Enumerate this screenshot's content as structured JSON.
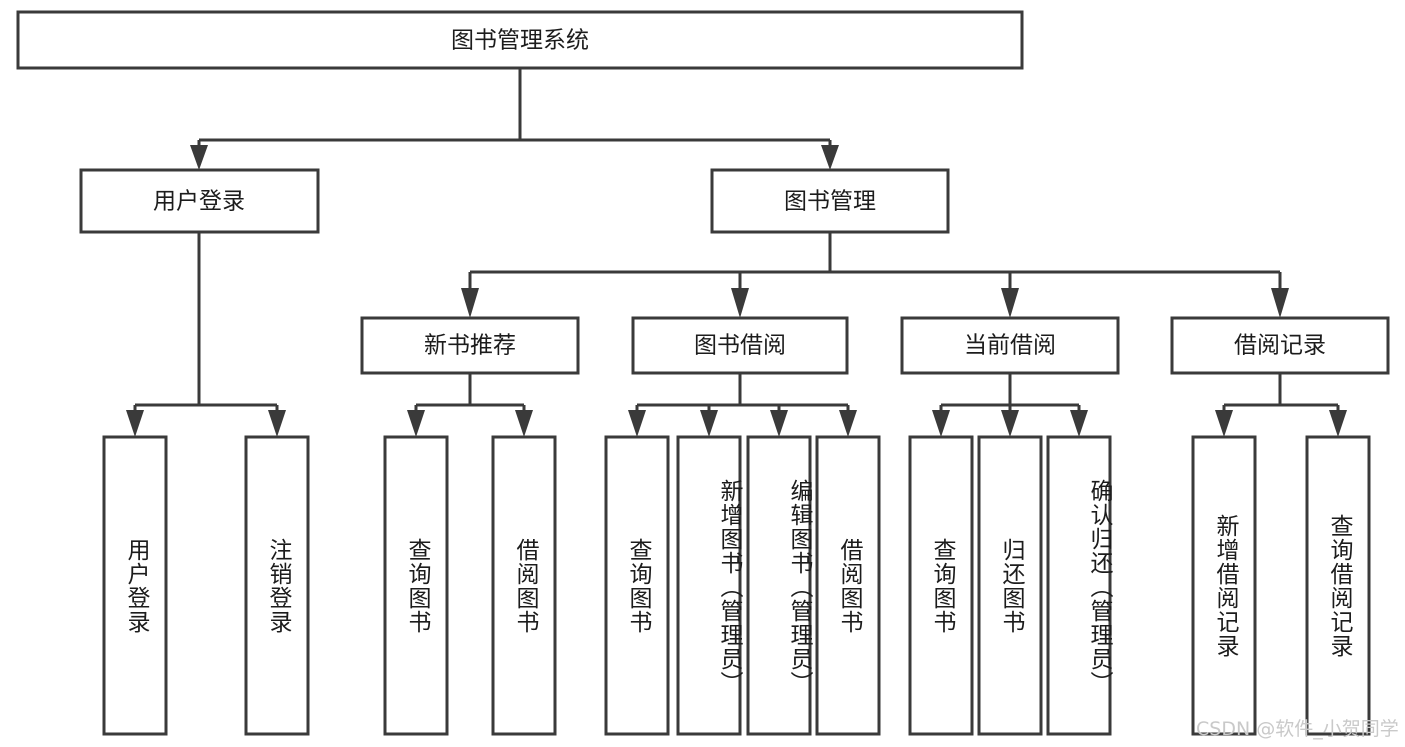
{
  "diagram": {
    "type": "tree-hierarchy",
    "title": "图书管理系统",
    "levels": [
      {
        "level": 1,
        "nodes": [
          {
            "id": "root",
            "label": "图书管理系统",
            "orientation": "horizontal"
          }
        ]
      },
      {
        "level": 2,
        "nodes": [
          {
            "id": "user-login",
            "label": "用户登录",
            "orientation": "horizontal",
            "parent": "root"
          },
          {
            "id": "book-manage",
            "label": "图书管理",
            "orientation": "horizontal",
            "parent": "root"
          }
        ]
      },
      {
        "level": 3,
        "nodes": [
          {
            "id": "new-book-rec",
            "label": "新书推荐",
            "orientation": "horizontal",
            "parent": "book-manage"
          },
          {
            "id": "book-borrow",
            "label": "图书借阅",
            "orientation": "horizontal",
            "parent": "book-manage"
          },
          {
            "id": "current-borrow",
            "label": "当前借阅",
            "orientation": "horizontal",
            "parent": "book-manage"
          },
          {
            "id": "borrow-record",
            "label": "借阅记录",
            "orientation": "horizontal",
            "parent": "book-manage"
          }
        ]
      },
      {
        "level": 4,
        "nodes": [
          {
            "id": "leaf-user-login",
            "label": "用户登录",
            "orientation": "vertical",
            "parent": "user-login"
          },
          {
            "id": "leaf-user-logout",
            "label": "注销登录",
            "orientation": "vertical",
            "parent": "user-login"
          },
          {
            "id": "leaf-query-book-1",
            "label": "查询图书",
            "orientation": "vertical",
            "parent": "new-book-rec"
          },
          {
            "id": "leaf-borrow-book-1",
            "label": "借阅图书",
            "orientation": "vertical",
            "parent": "new-book-rec"
          },
          {
            "id": "leaf-query-book-2",
            "label": "查询图书",
            "orientation": "vertical",
            "parent": "book-borrow"
          },
          {
            "id": "leaf-add-book",
            "label": "新增图书（管理员）",
            "orientation": "vertical",
            "parent": "book-borrow"
          },
          {
            "id": "leaf-edit-book",
            "label": "编辑图书（管理员）",
            "orientation": "vertical",
            "parent": "book-borrow"
          },
          {
            "id": "leaf-borrow-book-2",
            "label": "借阅图书",
            "orientation": "vertical",
            "parent": "book-borrow"
          },
          {
            "id": "leaf-query-book-3",
            "label": "查询图书",
            "orientation": "vertical",
            "parent": "current-borrow"
          },
          {
            "id": "leaf-return-book",
            "label": "归还图书",
            "orientation": "vertical",
            "parent": "current-borrow"
          },
          {
            "id": "leaf-confirm-return",
            "label": "确认归还（管理员）",
            "orientation": "vertical",
            "parent": "current-borrow"
          },
          {
            "id": "leaf-add-record",
            "label": "新增借阅记录",
            "orientation": "vertical",
            "parent": "borrow-record"
          },
          {
            "id": "leaf-query-record",
            "label": "查询借阅记录",
            "orientation": "vertical",
            "parent": "borrow-record"
          }
        ]
      }
    ]
  },
  "watermark": {
    "text": "CSDN @软件_小贺同学"
  },
  "colors": {
    "stroke": "#3a3a3a",
    "box_fill": "#ffffff",
    "text": "#1c1c1c",
    "background": "#ffffff",
    "watermark": "#c9c9c9"
  }
}
